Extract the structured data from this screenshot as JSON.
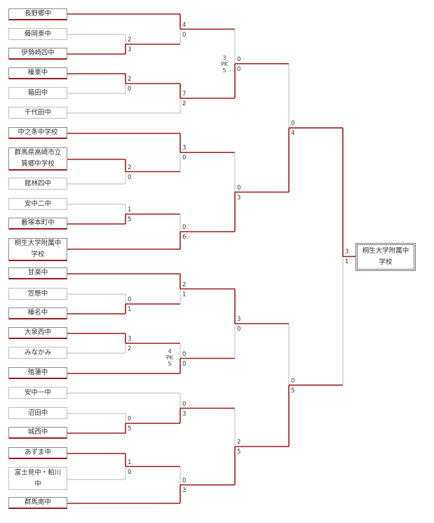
{
  "colors": {
    "win_line": "#9b1b1b",
    "lose_line": "#b7b7b7",
    "box_border": "#bdbdbd"
  },
  "teams": [
    {
      "lines": [
        "長野郷中"
      ],
      "win": true
    },
    {
      "lines": [
        "藤岡東中"
      ],
      "win": false
    },
    {
      "lines": [
        "伊勢崎四中"
      ],
      "win": true
    },
    {
      "lines": [
        "榛東中"
      ],
      "win": true
    },
    {
      "lines": [
        "箱田中"
      ],
      "win": false
    },
    {
      "lines": [
        "千代田中"
      ],
      "win": false
    },
    {
      "lines": [
        "中之条中学校"
      ],
      "win": true
    },
    {
      "lines": [
        "群馬県高崎市立",
        "箕郷中学校"
      ],
      "win": true
    },
    {
      "lines": [
        "館林四中"
      ],
      "win": false
    },
    {
      "lines": [
        "安中二中"
      ],
      "win": false
    },
    {
      "lines": [
        "籔塚本町中"
      ],
      "win": true
    },
    {
      "lines": [
        "桐生大学附属中",
        "学校"
      ],
      "win": true
    },
    {
      "lines": [
        "甘楽中"
      ],
      "win": true
    },
    {
      "lines": [
        "笠懸中"
      ],
      "win": false
    },
    {
      "lines": [
        "榛名中"
      ],
      "win": true
    },
    {
      "lines": [
        "大泉西中"
      ],
      "win": true
    },
    {
      "lines": [
        "みなかみ"
      ],
      "win": false
    },
    {
      "lines": [
        "殖蓮中"
      ],
      "win": true
    },
    {
      "lines": [
        "安中一中"
      ],
      "win": false
    },
    {
      "lines": [
        "沼田中"
      ],
      "win": false
    },
    {
      "lines": [
        "城西中"
      ],
      "win": true
    },
    {
      "lines": [
        "あずま中"
      ],
      "win": true
    },
    {
      "lines": [
        "富士見中・粕川",
        "中"
      ],
      "win": false
    },
    {
      "lines": [
        "群馬南中"
      ],
      "win": true
    }
  ],
  "scores": {
    "r1": [
      {
        "top": "2",
        "bottom": "3"
      },
      {
        "top": "2",
        "bottom": "0"
      },
      {
        "top": "2",
        "bottom": "0"
      },
      {
        "top": "1",
        "bottom": "5"
      },
      {
        "top": "0",
        "bottom": "1"
      },
      {
        "top": "3",
        "bottom": "2"
      },
      {
        "top": "0",
        "bottom": "5"
      },
      {
        "top": "1",
        "bottom": "0"
      }
    ],
    "r2": [
      {
        "top": "4",
        "bottom": "0"
      },
      {
        "top": "7",
        "bottom": "2"
      },
      {
        "top": "3",
        "bottom": "0"
      },
      {
        "top": "0",
        "bottom": "6"
      },
      {
        "top": "2",
        "bottom": "1"
      },
      {
        "top": "0",
        "bottom": "0"
      },
      {
        "top": "0",
        "bottom": "3"
      },
      {
        "top": "0",
        "bottom": "3"
      }
    ],
    "r3": [
      {
        "top": "0",
        "bottom": "0"
      },
      {
        "top": "0",
        "bottom": "3"
      },
      {
        "top": "3",
        "bottom": "0"
      },
      {
        "top": "2",
        "bottom": "5"
      }
    ],
    "r4": [
      {
        "top": "0",
        "bottom": "4"
      },
      {
        "top": "0",
        "bottom": "5"
      }
    ],
    "final": {
      "top": "3",
      "bottom": "1"
    }
  },
  "pk": [
    {
      "top": "3",
      "label": "PK",
      "bottom": "5"
    },
    {
      "top": "4",
      "label": "PK",
      "bottom": "5"
    }
  ],
  "champion": {
    "lines": [
      "桐生大学附属中",
      "学校"
    ]
  }
}
